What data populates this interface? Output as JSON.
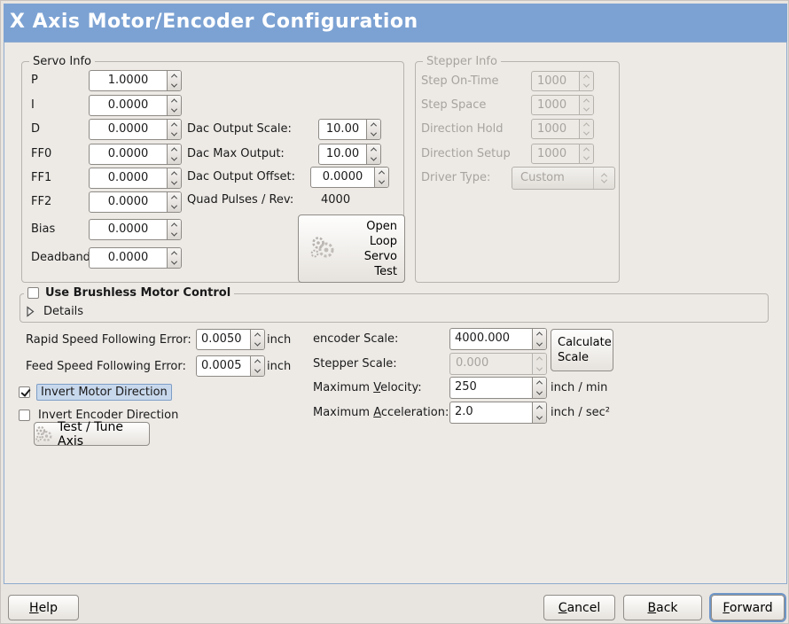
{
  "window": {
    "title": "X Axis Motor/Encoder Configuration"
  },
  "colors": {
    "header": "#7CA2D3",
    "panel_border": "#8FABCE",
    "focus_highlight": "#C8D8EC",
    "focus_ring": "#6E96C8"
  },
  "servo": {
    "title": "Servo Info",
    "params": [
      {
        "label": "P",
        "value": "1.0000"
      },
      {
        "label": "I",
        "value": "0.0000"
      },
      {
        "label": "D",
        "value": "0.0000"
      },
      {
        "label": "FF0",
        "value": "0.0000"
      },
      {
        "label": "FF1",
        "value": "0.0000"
      },
      {
        "label": "FF2",
        "value": "0.0000"
      },
      {
        "label": "Bias",
        "value": "0.0000"
      },
      {
        "label": "Deadband",
        "value": "0.0000"
      }
    ],
    "dac": [
      {
        "label": "Dac Output Scale:",
        "value": "10.00"
      },
      {
        "label": "Dac Max Output:",
        "value": "10.00"
      },
      {
        "label": "Dac Output Offset:",
        "value": "0.0000"
      }
    ],
    "quad_label": "Quad Pulses / Rev:",
    "quad_value": "4000",
    "open_loop_lines": [
      "Open",
      "Loop",
      "Servo",
      "Test"
    ]
  },
  "stepper": {
    "title": "Stepper Info",
    "params": [
      {
        "label": "Step On-Time",
        "value": "1000"
      },
      {
        "label": "Step Space",
        "value": "1000"
      },
      {
        "label": "Direction Hold",
        "value": "1000"
      },
      {
        "label": "Direction Setup",
        "value": "1000"
      }
    ],
    "driver_label": "Driver Type:",
    "driver_value": "Custom"
  },
  "brushless": {
    "label": "Use Brushless Motor Control",
    "details": "Details"
  },
  "errors": {
    "rapid_label": "Rapid Speed Following Error:",
    "rapid_value": "0.0050",
    "feed_label": "Feed Speed Following Error:",
    "feed_value": "0.0005",
    "unit": "inch"
  },
  "invert": {
    "motor": "Invert Motor Direction",
    "encoder": "Invert Encoder Direction"
  },
  "test_button": {
    "label": "Test / Tune Axis"
  },
  "scales": {
    "encoder_label": "encoder Scale:",
    "encoder_value": "4000.000",
    "calc_lines": [
      "Calculate",
      "Scale"
    ],
    "stepper_label": "Stepper Scale:",
    "stepper_value": "0.000",
    "vel": {
      "pre": "Maximum ",
      "key": "V",
      "post": "elocity:"
    },
    "vel_value": "250",
    "vel_unit": "inch / min",
    "acc": {
      "pre": "Maximum ",
      "key": "A",
      "post": "cceleration:"
    },
    "acc_value": "2.0",
    "acc_unit": "inch / sec²"
  },
  "footer": {
    "help": {
      "key": "H",
      "post": "elp"
    },
    "cancel": {
      "key": "C",
      "post": "ancel"
    },
    "back": {
      "key": "B",
      "post": "ack"
    },
    "forward": {
      "key": "F",
      "post": "orward"
    }
  }
}
